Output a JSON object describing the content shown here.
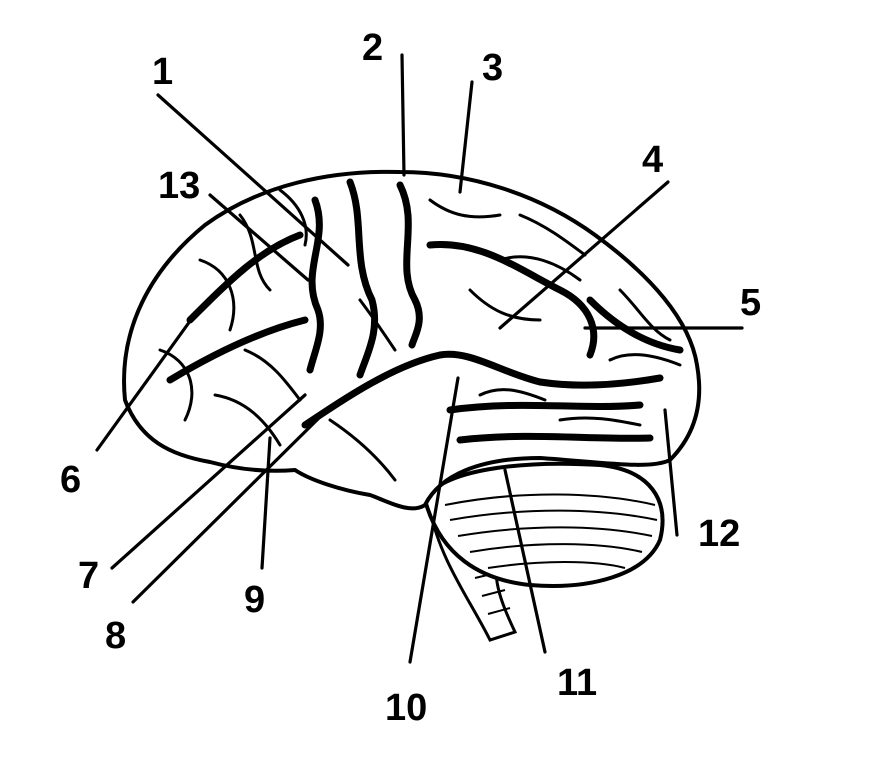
{
  "labels": [
    {
      "id": "1",
      "text": "1"
    },
    {
      "id": "2",
      "text": "2"
    },
    {
      "id": "3",
      "text": "3"
    },
    {
      "id": "4",
      "text": "4"
    },
    {
      "id": "5",
      "text": "5"
    },
    {
      "id": "6",
      "text": "6"
    },
    {
      "id": "7",
      "text": "7"
    },
    {
      "id": "8",
      "text": "8"
    },
    {
      "id": "9",
      "text": "9"
    },
    {
      "id": "10",
      "text": "10"
    },
    {
      "id": "11",
      "text": "11"
    },
    {
      "id": "12",
      "text": "12"
    },
    {
      "id": "13",
      "text": "13"
    }
  ],
  "colors": {
    "ink": "#000000",
    "background": "#ffffff"
  }
}
